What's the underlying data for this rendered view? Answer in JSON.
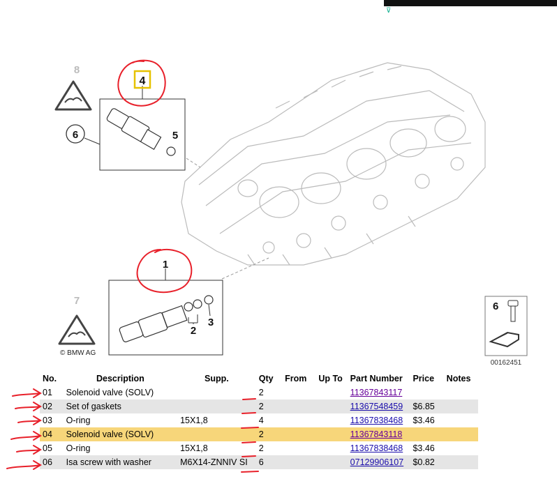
{
  "diagram": {
    "callouts": [
      "8",
      "4",
      "6",
      "5",
      "1",
      "7",
      "2",
      "3",
      "6"
    ],
    "copyright": "© BMW AG",
    "image_number": "00162451"
  },
  "table": {
    "headers": [
      "No.",
      "Description",
      "Supp.",
      "Qty",
      "From",
      "Up To",
      "Part Number",
      "Price",
      "Notes"
    ],
    "rows": [
      {
        "no": "01",
        "desc": "Solenoid valve (SOLV)",
        "supp": "",
        "qty": "2",
        "from": "",
        "upto": "",
        "pn": "11367843117",
        "price": "",
        "notes": "",
        "style": "white",
        "visited": true
      },
      {
        "no": "02",
        "desc": "Set of gaskets",
        "supp": "",
        "qty": "2",
        "from": "",
        "upto": "",
        "pn": "11367548459",
        "price": "$6.85",
        "notes": "",
        "style": "alt",
        "visited": false
      },
      {
        "no": "03",
        "desc": "O-ring",
        "supp": "15X1,8",
        "qty": "4",
        "from": "",
        "upto": "",
        "pn": "11367838468",
        "price": "$3.46",
        "notes": "",
        "style": "white",
        "visited": false
      },
      {
        "no": "04",
        "desc": "Solenoid valve (SOLV)",
        "supp": "",
        "qty": "2",
        "from": "",
        "upto": "",
        "pn": "11367843118",
        "price": "",
        "notes": "",
        "style": "hl",
        "visited": true
      },
      {
        "no": "05",
        "desc": "O-ring",
        "supp": "15X1,8",
        "qty": "2",
        "from": "",
        "upto": "",
        "pn": "11367838468",
        "price": "$3.46",
        "notes": "",
        "style": "white",
        "visited": false
      },
      {
        "no": "06",
        "desc": "Isa screw with washer",
        "supp": "M6X14-ZNNIV SI",
        "qty": "6",
        "from": "",
        "upto": "",
        "pn": "07129906107",
        "price": "$0.82",
        "notes": "",
        "style": "alt",
        "visited": false
      }
    ]
  },
  "colors": {
    "highlight_row": "#f7d67a",
    "alt_row": "#e5e5e5",
    "annotation": "#e8202a",
    "callout_box": "#e6c200"
  }
}
